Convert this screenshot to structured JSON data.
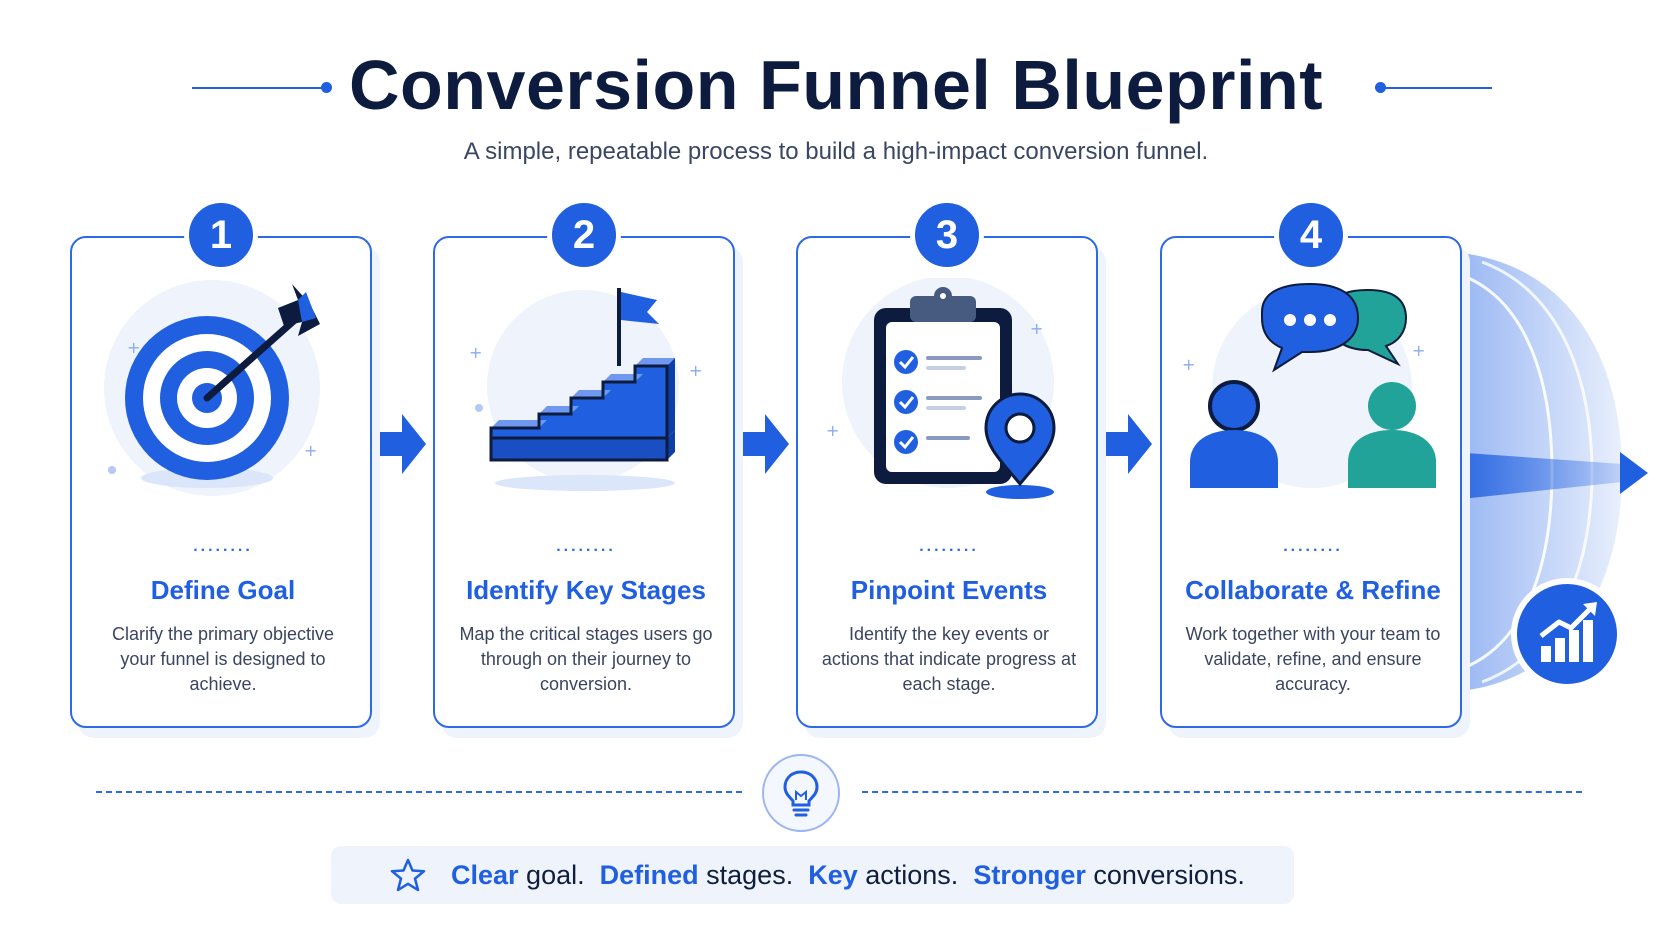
{
  "header": {
    "title": "Conversion Funnel Blueprint",
    "subtitle": "A simple, repeatable process to build a high-impact conversion funnel."
  },
  "steps": [
    {
      "number": "1",
      "title": "Define Goal",
      "description": "Clarify the primary objective your funnel is designed to achieve.",
      "icon": "target-icon"
    },
    {
      "number": "2",
      "title": "Identify Key Stages",
      "description": "Map the critical stages users go through on their journey to conversion.",
      "icon": "stairs-flag-icon"
    },
    {
      "number": "3",
      "title": "Pinpoint Events",
      "description": "Identify the key events or actions that indicate progress at each stage.",
      "icon": "clipboard-checklist-icon"
    },
    {
      "number": "4",
      "title": "Collaborate & Refine",
      "description": "Work together with your team to validate, refine, and ensure accuracy.",
      "icon": "team-chat-icon"
    }
  ],
  "separator": "........",
  "footer": {
    "words": [
      {
        "highlight": "Clear",
        "rest": " goal."
      },
      {
        "highlight": "Defined",
        "rest": " stages."
      },
      {
        "highlight": "Key",
        "rest": " actions."
      },
      {
        "highlight": "Stronger",
        "rest": " conversions."
      }
    ]
  },
  "colors": {
    "primary": "#1f5fe0",
    "navy": "#0d1b3e",
    "teal": "#22a39a",
    "light": "#eef3fc"
  }
}
